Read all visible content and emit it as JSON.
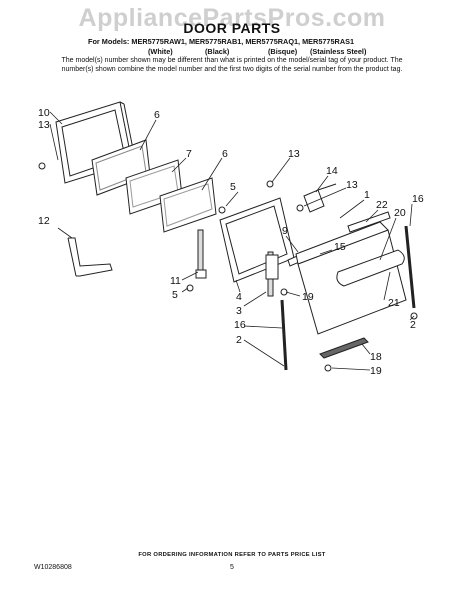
{
  "watermark": "AppliancePartsPros.com",
  "header": {
    "title": "DOOR PARTS",
    "models": "For Models: MER5775RAW1, MER5775RAB1, MER5775RAQ1, MER5775RAS1",
    "colors": [
      "(White)",
      "(Black)",
      "(Bisque)",
      "(Stainless Steel)"
    ],
    "note": "The model(s) number shown may be different than what is printed on the model/serial tag of your product. The number(s) shown combine the model number and the first two digits of the serial number from the product tag."
  },
  "callouts": [
    "10",
    "13",
    "6",
    "7",
    "6",
    "13",
    "5",
    "14",
    "13",
    "12",
    "1",
    "22",
    "20",
    "16",
    "9",
    "15",
    "11",
    "5",
    "4",
    "19",
    "3",
    "21",
    "2",
    "16",
    "2",
    "18",
    "19"
  ],
  "footer": {
    "ordering": "FOR ORDERING INFORMATION REFER TO PARTS PRICE LIST",
    "doc_code": "W10286808",
    "page": "5"
  }
}
